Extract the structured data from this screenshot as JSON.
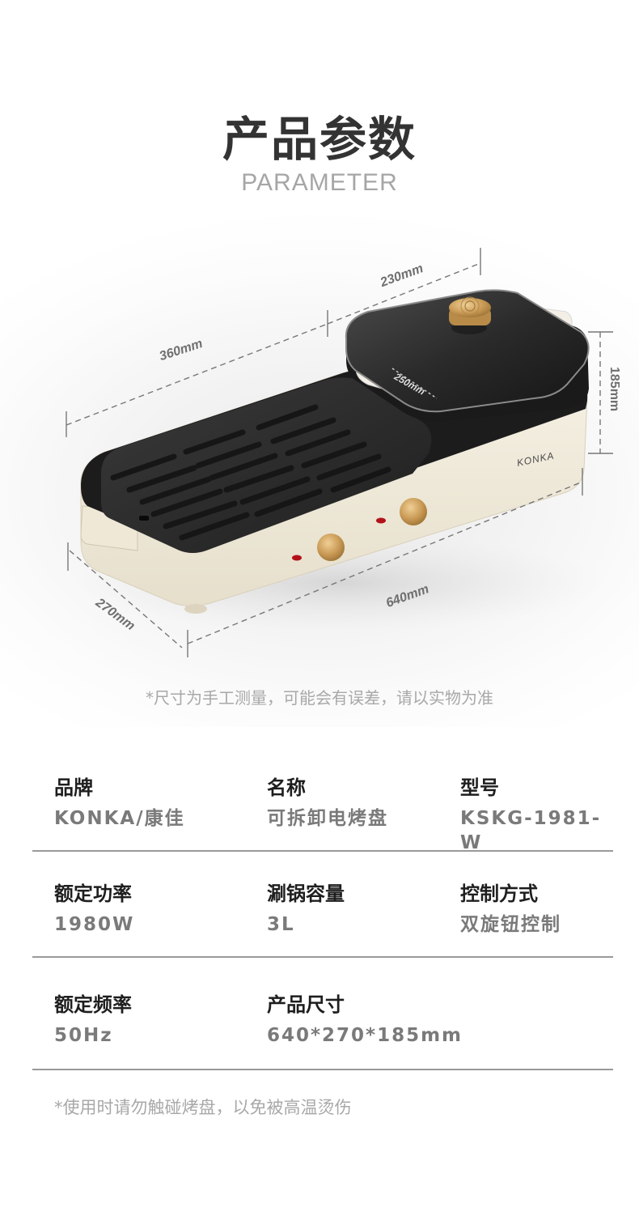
{
  "header": {
    "title_cn": "产品参数",
    "title_en": "PARAMETER"
  },
  "product_image": {
    "brand_mark": "KONKA",
    "dimensions": {
      "grill_width": "360mm",
      "pot_width": "230mm",
      "pot_depth": "250mm",
      "height": "185mm",
      "total_length": "640mm",
      "total_depth": "270mm"
    },
    "colors": {
      "body": "#f1ebdc",
      "plate": "#2b2b2b",
      "knob": "#c9a060",
      "indicator": "#b3121b"
    }
  },
  "disclaimer_measure": "*尺寸为手工测量，可能会有误差，请以实物为准",
  "specs": {
    "rows": [
      {
        "cells": [
          {
            "label": "品牌",
            "value": "KONKA/康佳"
          },
          {
            "label": "名称",
            "value": "可拆卸电烤盘"
          },
          {
            "label": "型号",
            "value": "KSKG-1981-W"
          }
        ]
      },
      {
        "cells": [
          {
            "label": "额定功率",
            "value": "1980W"
          },
          {
            "label": "涮锅容量",
            "value": "3L"
          },
          {
            "label": "控制方式",
            "value": "双旋钮控制"
          }
        ]
      },
      {
        "cells": [
          {
            "label": "额定频率",
            "value": "50Hz"
          },
          {
            "label": "产品尺寸",
            "value": "640*270*185mm"
          }
        ]
      }
    ]
  },
  "disclaimer_safety": "*使用时请勿触碰烤盘，以免被高温烫伤"
}
